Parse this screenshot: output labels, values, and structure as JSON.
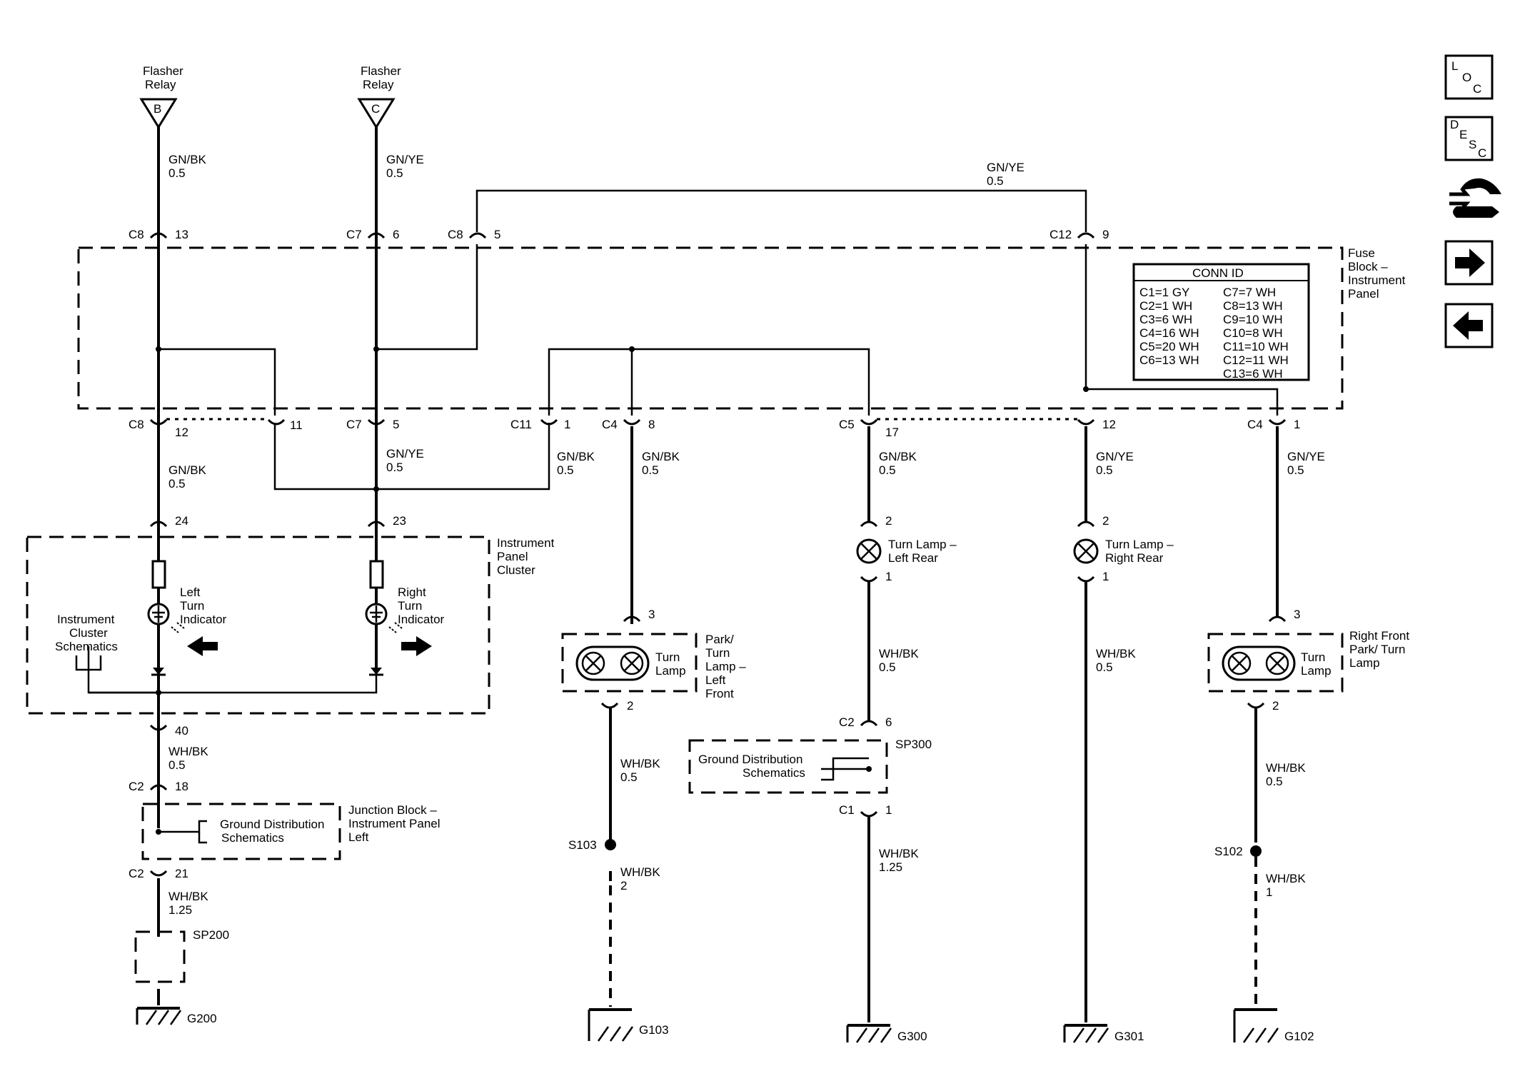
{
  "sources": [
    {
      "name": "Flasher",
      "name2": "Relay",
      "pin": "B"
    },
    {
      "name": "Flasher",
      "name2": "Relay",
      "pin": "C"
    }
  ],
  "wires": {
    "w1": "GN/BK",
    "w1s": "0.5",
    "w2": "GN/YE",
    "w2s": "0.5",
    "w3": "GN/YE",
    "w3s": "0.5",
    "w4": "GN/BK",
    "w4s": "0.5",
    "w5": "GN/YE",
    "w5s": "0.5",
    "w6": "GN/BK",
    "w6s": "0.5",
    "w7": "GN/BK",
    "w7s": "0.5",
    "w8": "GN/BK",
    "w8s": "0.5",
    "w9": "GN/YE",
    "w9s": "0.5",
    "w10": "GN/YE",
    "w10s": "0.5",
    "w11": "WH/BK",
    "w11s": "0.5",
    "w12": "WH/BK",
    "w12s": "0.5",
    "w13": "WH/BK",
    "w13s": "0.5",
    "w14": "WH/BK",
    "w14s": "0.5",
    "w15": "WH/BK",
    "w15s": "0.5",
    "w16": "WH/BK",
    "w16s": "1.25",
    "w17": "WH/BK",
    "w17s": "2",
    "w18": "WH/BK",
    "w18s": "1.25",
    "w19": "WH/BK",
    "w19s": "1"
  },
  "connectors": {
    "c1": "C8",
    "p1": "13",
    "c2": "C7",
    "p2": "6",
    "c3": "C8",
    "p3": "5",
    "c4": "C12",
    "p4": "9",
    "c5": "C8",
    "p5": "12",
    "p6": "11",
    "c7": "C7",
    "p7": "5",
    "c8": "C11",
    "p8": "1",
    "c9": "C4",
    "p9": "8",
    "c10": "C5",
    "p10": "17",
    "p11": "12",
    "c12": "C4",
    "p12": "1",
    "p13": "24",
    "p14": "23",
    "p15": "40",
    "c16": "C2",
    "p16": "18",
    "c17": "C2",
    "p17": "21",
    "p18": "3",
    "p19": "2",
    "p20": "2",
    "p21": "1",
    "p22": "2",
    "p23": "1",
    "p24": "3",
    "p25": "2",
    "c26": "C2",
    "p26": "6",
    "c27": "C1",
    "p27": "1"
  },
  "fuse_block": {
    "l1": "Fuse",
    "l2": "Block –",
    "l3": "Instrument",
    "l4": "Panel"
  },
  "conn_id": {
    "title": "CONN ID",
    "left": [
      "C1=1 GY",
      "C2=1 WH",
      "C3=6 WH",
      "C4=16 WH",
      "C5=20 WH",
      "C6=13 WH"
    ],
    "right": [
      "C7=7 WH",
      "C8=13 WH",
      "C9=10 WH",
      "C10=8 WH",
      "C11=10 WH",
      "C12=11 WH",
      "C13=6 WH"
    ]
  },
  "cluster": {
    "l1": "Instrument",
    "l2": "Panel",
    "l3": "Cluster",
    "sch1": "Instrument",
    "sch2": "Cluster",
    "sch3": "Schematics",
    "left1": "Left",
    "left2": "Turn",
    "left3": "Indicator",
    "right1": "Right",
    "right2": "Turn",
    "right3": "Indicator"
  },
  "junction": {
    "l1": "Junction Block –",
    "l2": "Instrument Panel",
    "l3": "Left",
    "gd1": "Ground Distribution",
    "gd2": "Schematics"
  },
  "lamps": {
    "lf_in1": "Turn",
    "lf_in2": "Lamp",
    "lf1": "Park/",
    "lf2": "Turn",
    "lf3": "Lamp –",
    "lf4": "Left",
    "lf5": "Front",
    "lr1": "Turn Lamp –",
    "lr2": "Left Rear",
    "rr1": "Turn Lamp –",
    "rr2": "Right Rear",
    "rf_in1": "Turn",
    "rf_in2": "Lamp",
    "rf1": "Right Front",
    "rf2": "Park/ Turn",
    "rf3": "Lamp"
  },
  "splices": {
    "sp200": "SP200",
    "sp300": "SP300",
    "s103": "S103",
    "s102": "S102",
    "gd1": "Ground Distribution",
    "gd2": "Schematics"
  },
  "grounds": {
    "g200": "G200",
    "g103": "G103",
    "g300": "G300",
    "g301": "G301",
    "g102": "G102"
  },
  "nav": {
    "loc": [
      "L",
      "O",
      "C"
    ],
    "desc": [
      "D",
      "E",
      "S",
      "C"
    ],
    "icons": [
      "wrench-hand-icon",
      "arrow-right-icon",
      "arrow-left-icon"
    ]
  }
}
